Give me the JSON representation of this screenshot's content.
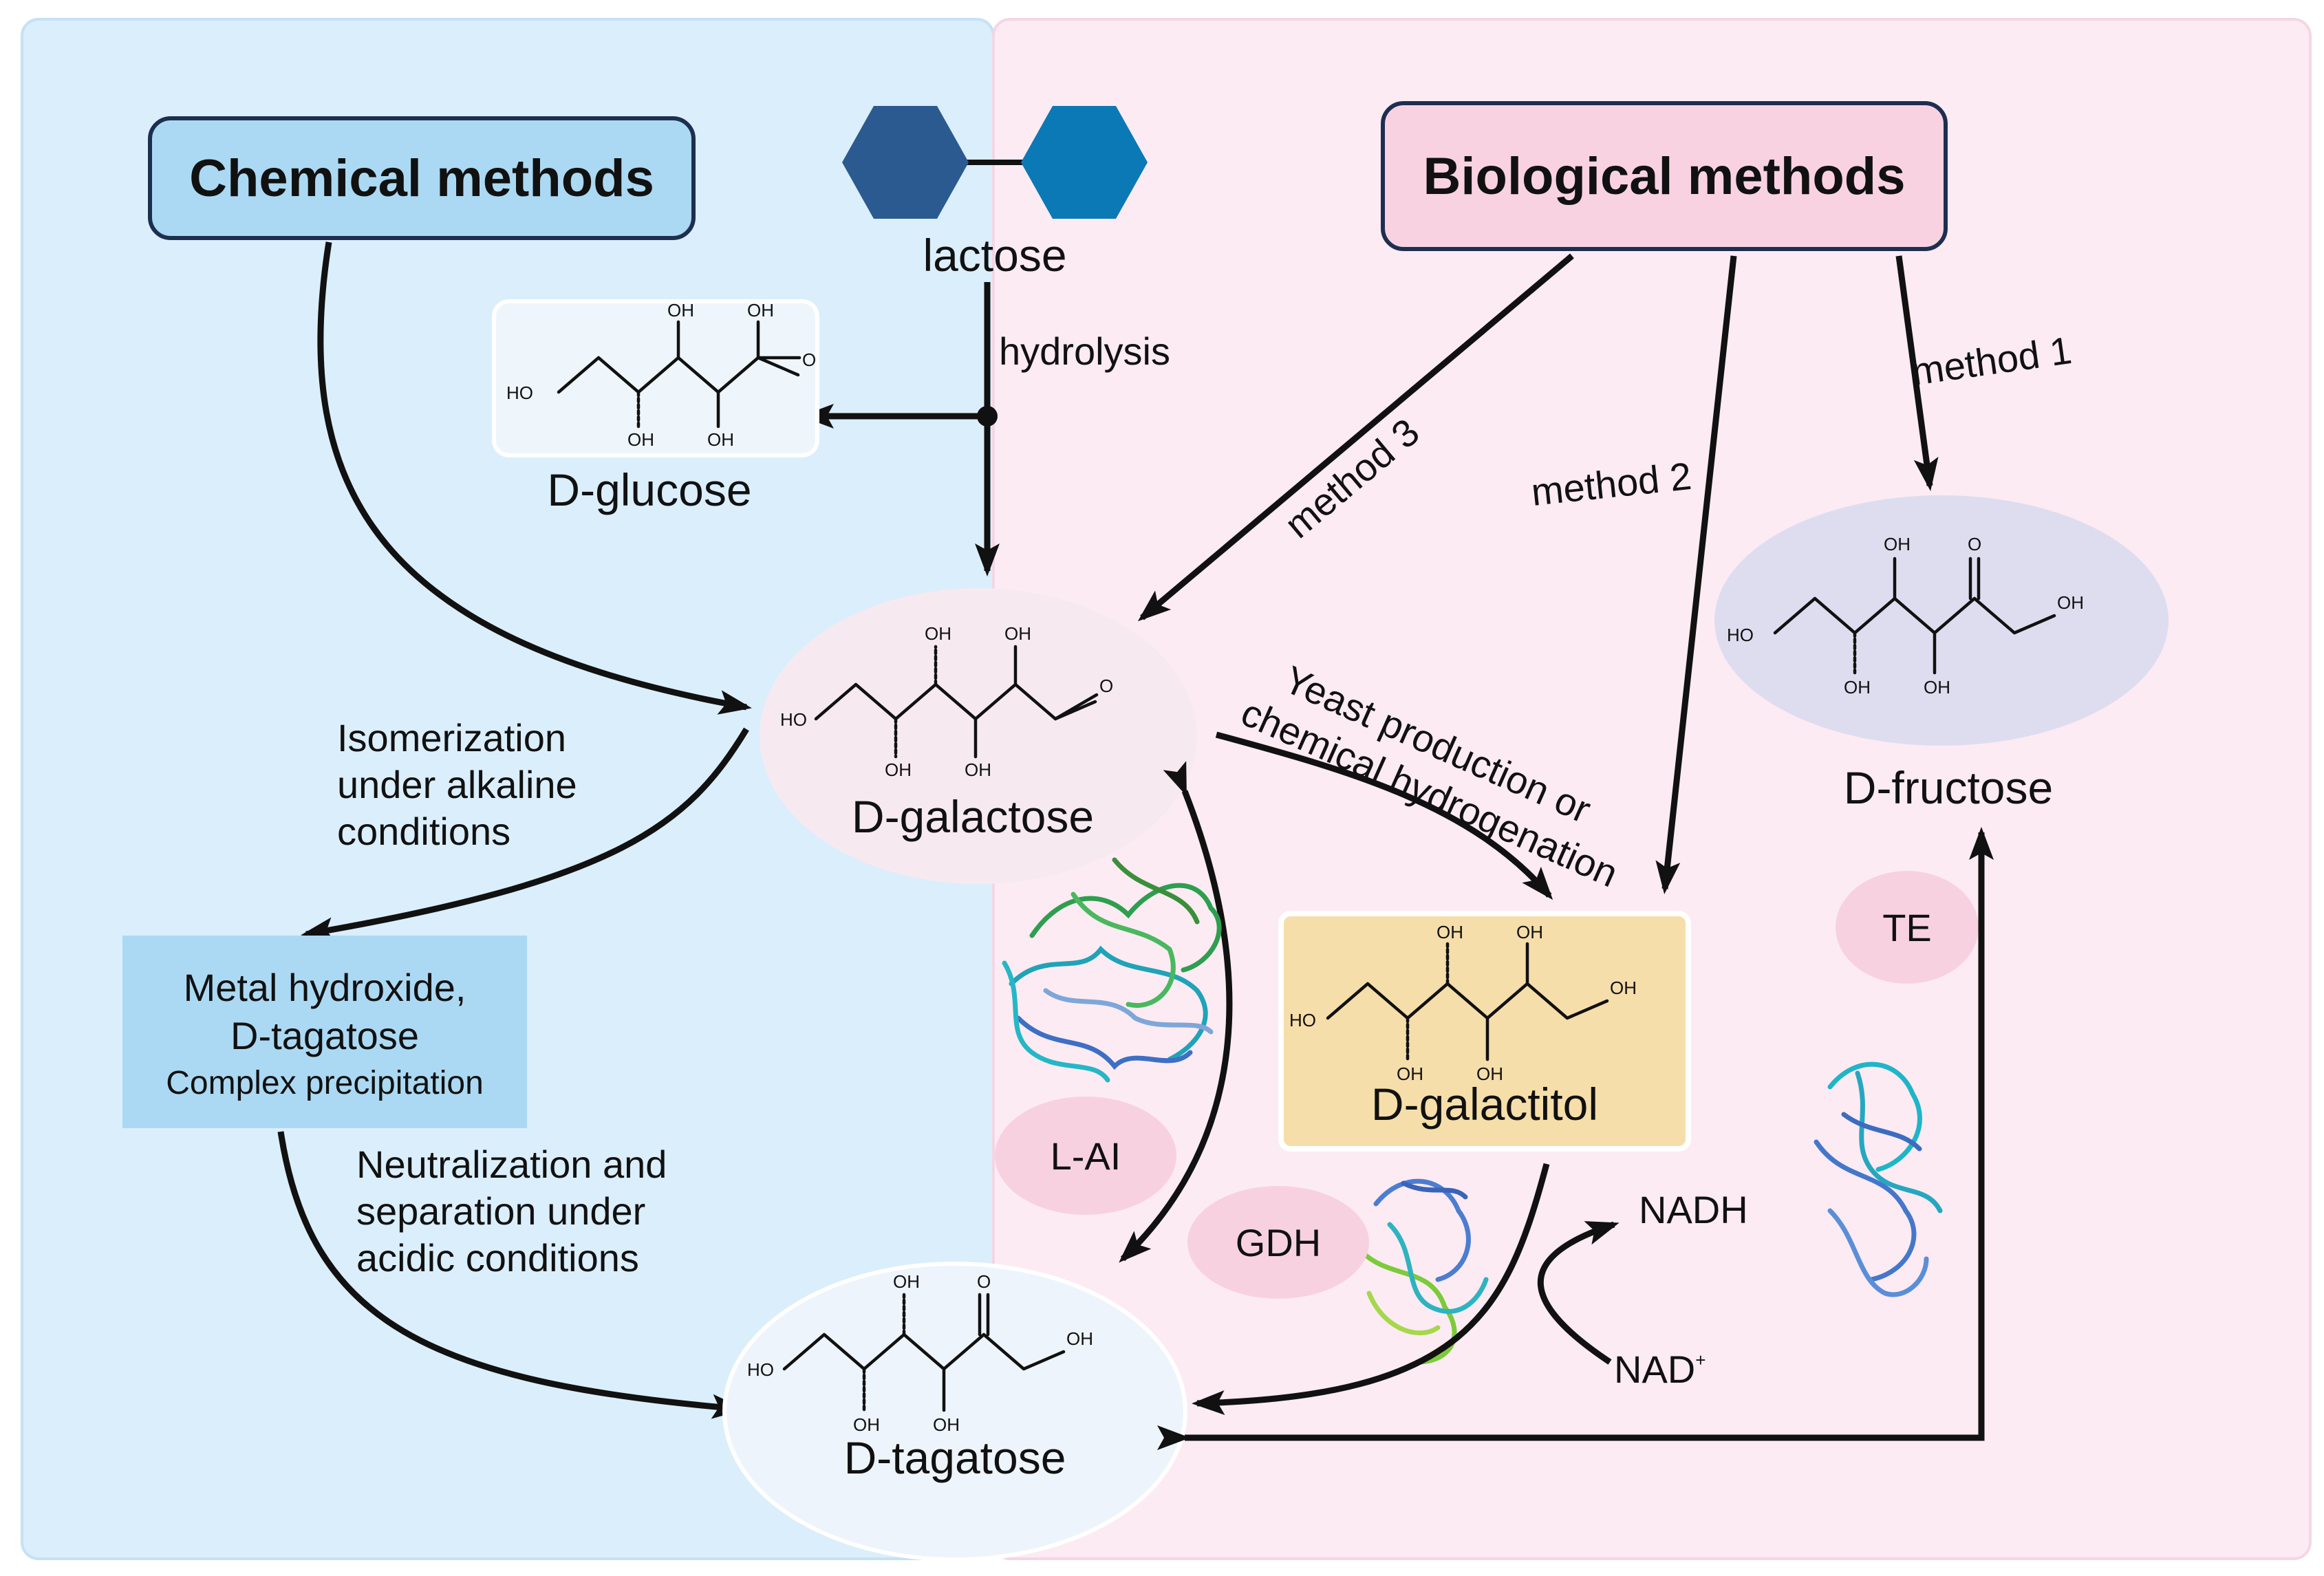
{
  "panels": {
    "left_title": "Chemical methods",
    "right_title": "Biological methods"
  },
  "molecules": {
    "lactose": "lactose",
    "d_glucose": "D-glucose",
    "d_galactose": "D-galactose",
    "d_galactitol": "D-galactitol",
    "d_fructose": "D-fructose",
    "d_tagatose": "D-tagatose",
    "atom_oh": "OH",
    "atom_ho": "HO",
    "atom_o": "O"
  },
  "labels": {
    "hydrolysis": "hydrolysis",
    "method1": "method 1",
    "method2": "method 2",
    "method3": "method 3",
    "isomerization_line1": "Isomerization",
    "isomerization_line2": "under alkaline",
    "isomerization_line3": "conditions",
    "metal_box_line1": "Metal hydroxide,",
    "metal_box_line2": "D-tagatose",
    "metal_box_line3": "Complex precipitation",
    "neutralization_line1": "Neutralization and",
    "neutralization_line2": "separation under",
    "neutralization_line3": "acidic conditions",
    "yeast_line1": "Yeast production or",
    "yeast_line2": "chemical hydrogenation",
    "nadh": "NADH",
    "nad": "NAD"
  },
  "enzymes": {
    "lai": "L-AI",
    "gdh": "GDH",
    "te": "TE"
  },
  "colors": {
    "left_panel": "#dbeefb",
    "right_panel": "#fcebf3",
    "chem_box": "#abd9f3",
    "bio_box": "#f9d2e2",
    "lactose_dark": "#2a5a8f",
    "lactose_light": "#0b79b5",
    "galactitol_box": "#f6deaa",
    "fructose_ellipse": "#deddf0",
    "enzyme_badge": "#f8d1e0",
    "metal_box": "#abd9f3"
  }
}
